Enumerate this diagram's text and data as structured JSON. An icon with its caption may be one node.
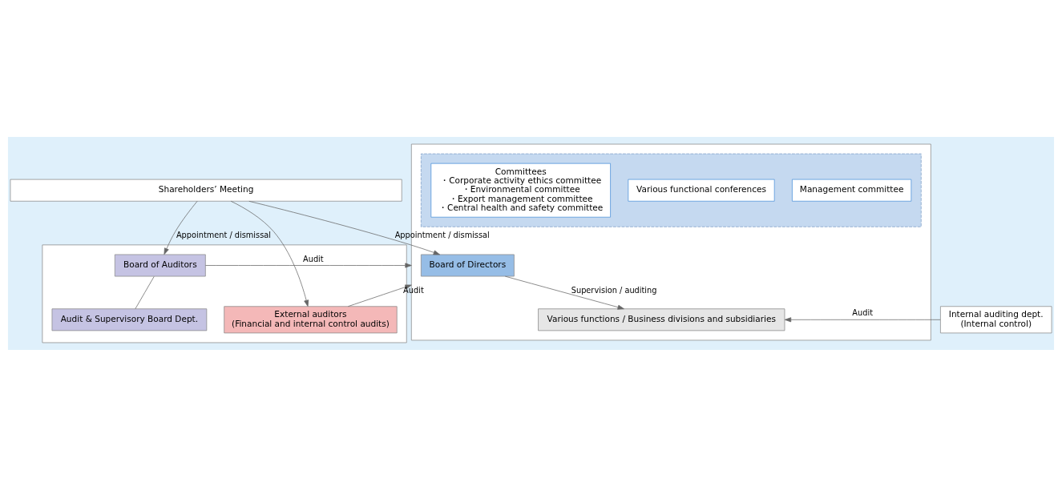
{
  "diagram": {
    "nodes": [
      {
        "text": [
          "Shareholders’ Meeting"
        ]
      },
      {
        "text": [],
        "shape": "box"
      },
      {
        "text": [
          "Board of Directors"
        ],
        "in": 1
      },
      {
        "text": [],
        "shape": "box",
        "in": 1
      },
      {
        "text": [
          "Management committee"
        ],
        "in": 3
      },
      {
        "text": [
          "Various functional conferences"
        ],
        "in": 3
      },
      {
        "text": [
          "Committees",
          "・Corporate activity ethics committee",
          "・Environmental committee",
          "・Export management committee",
          "・Central health and safety committee"
        ],
        "in": 3
      },
      {
        "text": [
          "Various functions / Business divisions and subsidiaries"
        ],
        "in": 1
      },
      {
        "text": [],
        "shape": "box"
      },
      {
        "text": [
          "Board of Auditors"
        ],
        "in": 8
      },
      {
        "text": [
          "Audit & Supervisory Board Dept."
        ],
        "in": 8
      },
      {
        "text": [
          "External auditors",
          "(Financial and internal control audits)"
        ],
        "in": 8
      },
      {
        "text": [
          "Internal auditing dept.",
          "(Internal control)"
        ]
      }
    ],
    "edges": [
      {
        "from": 0,
        "to": 2,
        "arrow": "to",
        "label": "Appointment / dismissal"
      },
      {
        "from": 0,
        "to": 9,
        "arrow": "to",
        "label": "Appointment / dismissal"
      },
      {
        "from": 0,
        "to": 11,
        "arrow": "to"
      },
      {
        "from": 9,
        "to": 1,
        "arrow": "to",
        "label": "Audit"
      },
      {
        "from": 9,
        "to": 10,
        "arrow": "none"
      },
      {
        "from": 11,
        "to": 1,
        "arrow": "to",
        "label": "Audit"
      },
      {
        "from": 2,
        "to": 7,
        "arrow": "to",
        "label": "Supervision / auditing"
      },
      {
        "from": 12,
        "to": 7,
        "arrow": "to",
        "label": "Audit"
      }
    ]
  }
}
